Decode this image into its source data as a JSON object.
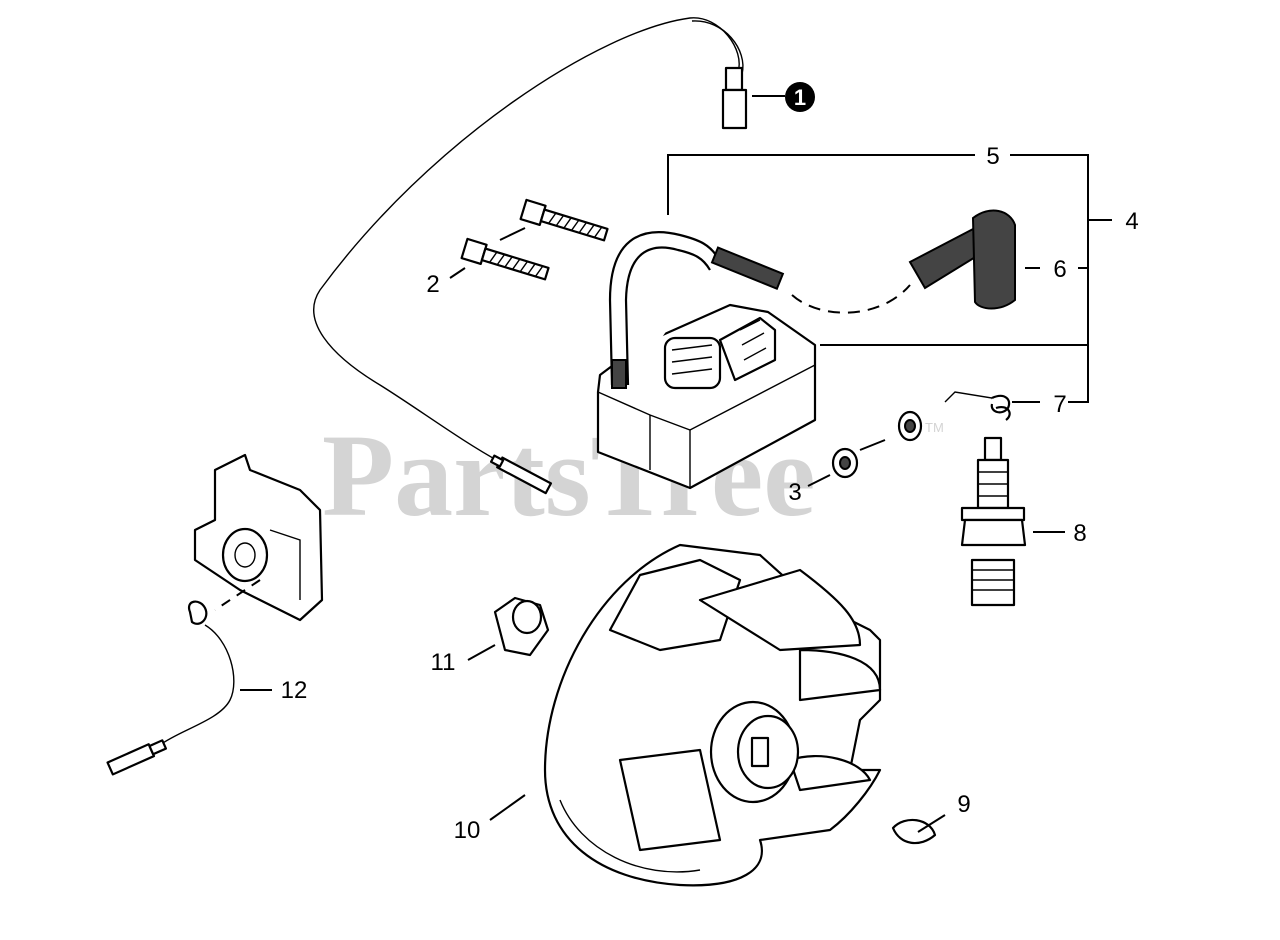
{
  "watermark": {
    "text": "PartsTree",
    "trademark": "TM"
  },
  "callouts": {
    "c1": "1",
    "c2": "2",
    "c3": "3",
    "c4": "4",
    "c5": "5",
    "c6": "6",
    "c7": "7",
    "c8": "8",
    "c9": "9",
    "c10": "10",
    "c11": "11",
    "c12": "12"
  }
}
